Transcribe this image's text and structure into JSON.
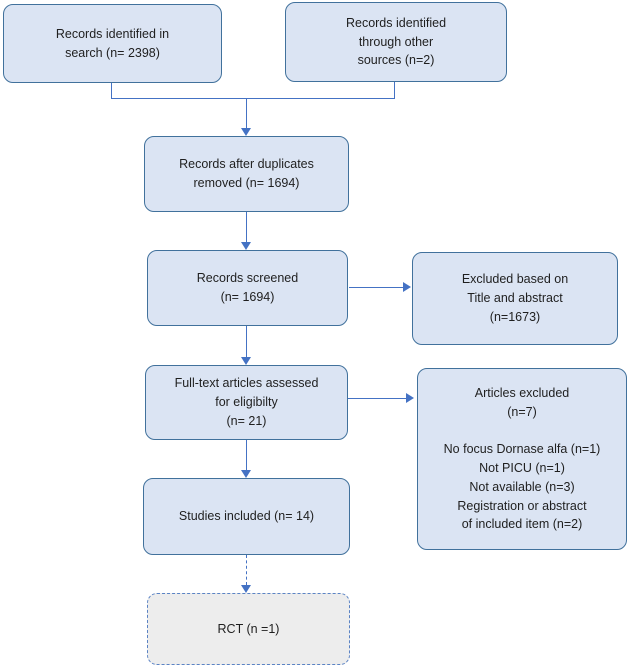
{
  "diagram": {
    "type": "flowchart",
    "description": "PRISMA-style study selection flow diagram",
    "colors": {
      "box_fill": "#dbe4f3",
      "box_border": "#41719c",
      "arrow": "#4472c4",
      "final_box_fill": "#ededed",
      "final_box_border": "#5b83c4",
      "text": "#1f1f1f",
      "background": "#ffffff"
    },
    "nodes": {
      "identified_search": {
        "text": "Records identified in\nsearch (n= 2398)",
        "n": 2398
      },
      "identified_other": {
        "text": "Records identified\nthrough other\nsources (n=2)",
        "n": 2
      },
      "after_duplicates": {
        "text": "Records after duplicates\nremoved (n= 1694)",
        "n": 1694
      },
      "screened": {
        "text": "Records screened\n(n= 1694)",
        "n": 1694
      },
      "excluded_title_abstract": {
        "text": "Excluded based on\nTitle and abstract\n(n=1673)",
        "n": 1673
      },
      "fulltext_assessed": {
        "text": "Full-text articles assessed\nfor eligibilty\n(n= 21)",
        "n": 21
      },
      "articles_excluded": {
        "text": "Articles excluded\n(n=7)\n\nNo focus Dornase alfa (n=1)\nNot PICU (n=1)\nNot available (n=3)\nRegistration or abstract\nof included item (n=2)",
        "n": 7
      },
      "studies_included": {
        "text": "Studies included (n= 14)",
        "n": 14
      },
      "rct": {
        "text": "RCT (n =1)",
        "n": 1
      }
    }
  }
}
